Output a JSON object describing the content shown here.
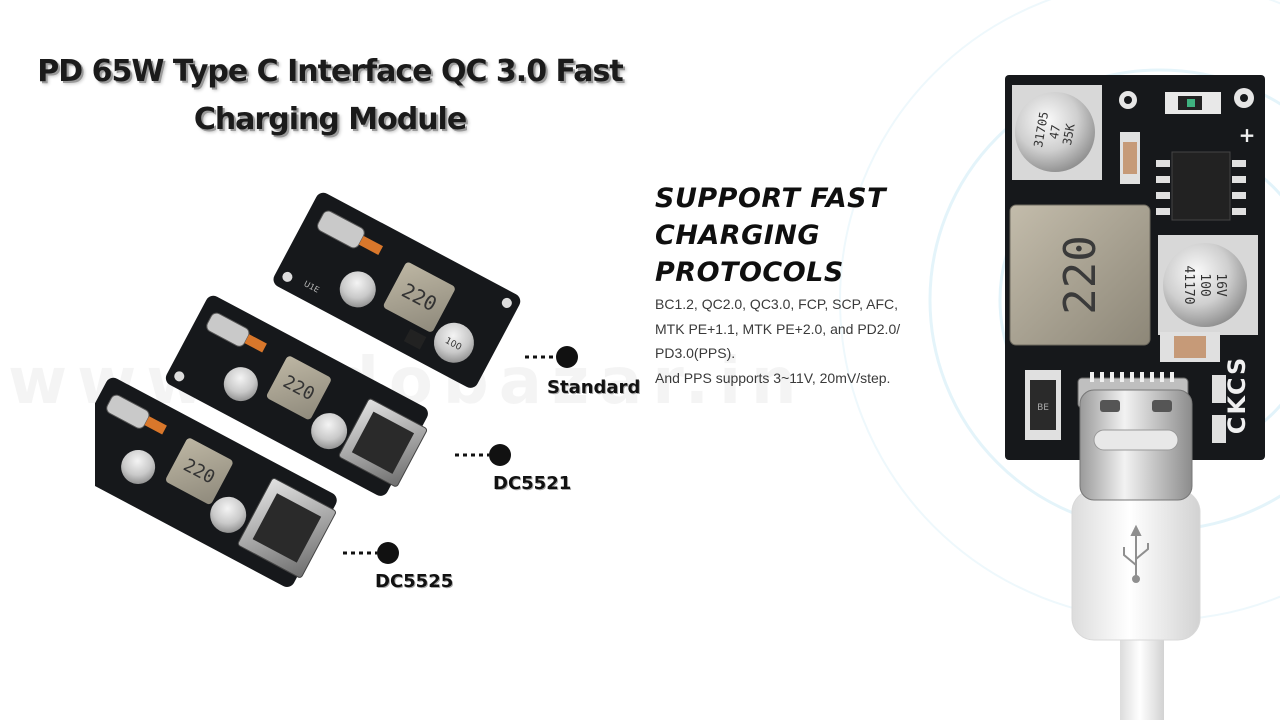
{
  "title": {
    "line1": "PD 65W Type C Interface QC 3.0 Fast",
    "line2": "Charging Module"
  },
  "watermark": "www.indobazar.in",
  "callouts": {
    "standard": "Standard",
    "dc5521": "DC5521",
    "dc5525": "DC5525"
  },
  "boards": {
    "inductor_marking": "220",
    "cap_marking": "100",
    "board_code": "U1E"
  },
  "heading": {
    "line1": "SUPPORT FAST",
    "line2": "CHARGING",
    "line3": "PROTOCOLS"
  },
  "description": {
    "line1": "BC1.2, QC2.0, QC3.0, FCP, SCP, AFC,",
    "line2": "MTK PE+1.1, MTK PE+2.0, and PD2.0/",
    "line3": "PD3.0(PPS).",
    "line4": "And PPS supports 3~11V, 20mV/step."
  },
  "module": {
    "inductor_marking": "220",
    "cap1": {
      "line1": "31705",
      "line2": "47",
      "line3": "35K"
    },
    "cap2": {
      "line1": "16V",
      "line2": "100",
      "line3": "41170"
    },
    "brand": "CKCS",
    "plus_sign": "+",
    "diode_marking": "BE"
  },
  "colors": {
    "pcb": "#16181b",
    "silver": "#b5b5b5",
    "ring": "#d4ecf6"
  }
}
